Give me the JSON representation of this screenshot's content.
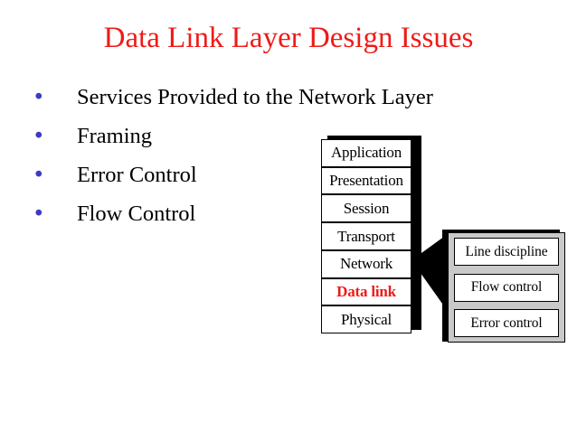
{
  "slide": {
    "title": "Data Link Layer Design Issues",
    "title_color": "#ee1b17",
    "background_color": "#ffffff"
  },
  "bullets": {
    "marker_glyph": "•",
    "marker_color": "#3b3bc4",
    "items": [
      {
        "label": "Services Provided to the Network Layer"
      },
      {
        "label": "Framing"
      },
      {
        "label": "Error Control"
      },
      {
        "label": "Flow Control"
      }
    ]
  },
  "osi_stack": {
    "highlight_color": "#ee1b17",
    "layers": [
      {
        "label": "Application",
        "highlighted": false
      },
      {
        "label": "Presentation",
        "highlighted": false
      },
      {
        "label": "Session",
        "highlighted": false
      },
      {
        "label": "Transport",
        "highlighted": false
      },
      {
        "label": "Network",
        "highlighted": false
      },
      {
        "label": "Data link",
        "highlighted": true
      },
      {
        "label": "Physical",
        "highlighted": false
      }
    ]
  },
  "detail_panel": {
    "panel_color": "#c9c9c9",
    "items": [
      {
        "label": "Line discipline"
      },
      {
        "label": "Flow control"
      },
      {
        "label": "Error control"
      }
    ]
  }
}
